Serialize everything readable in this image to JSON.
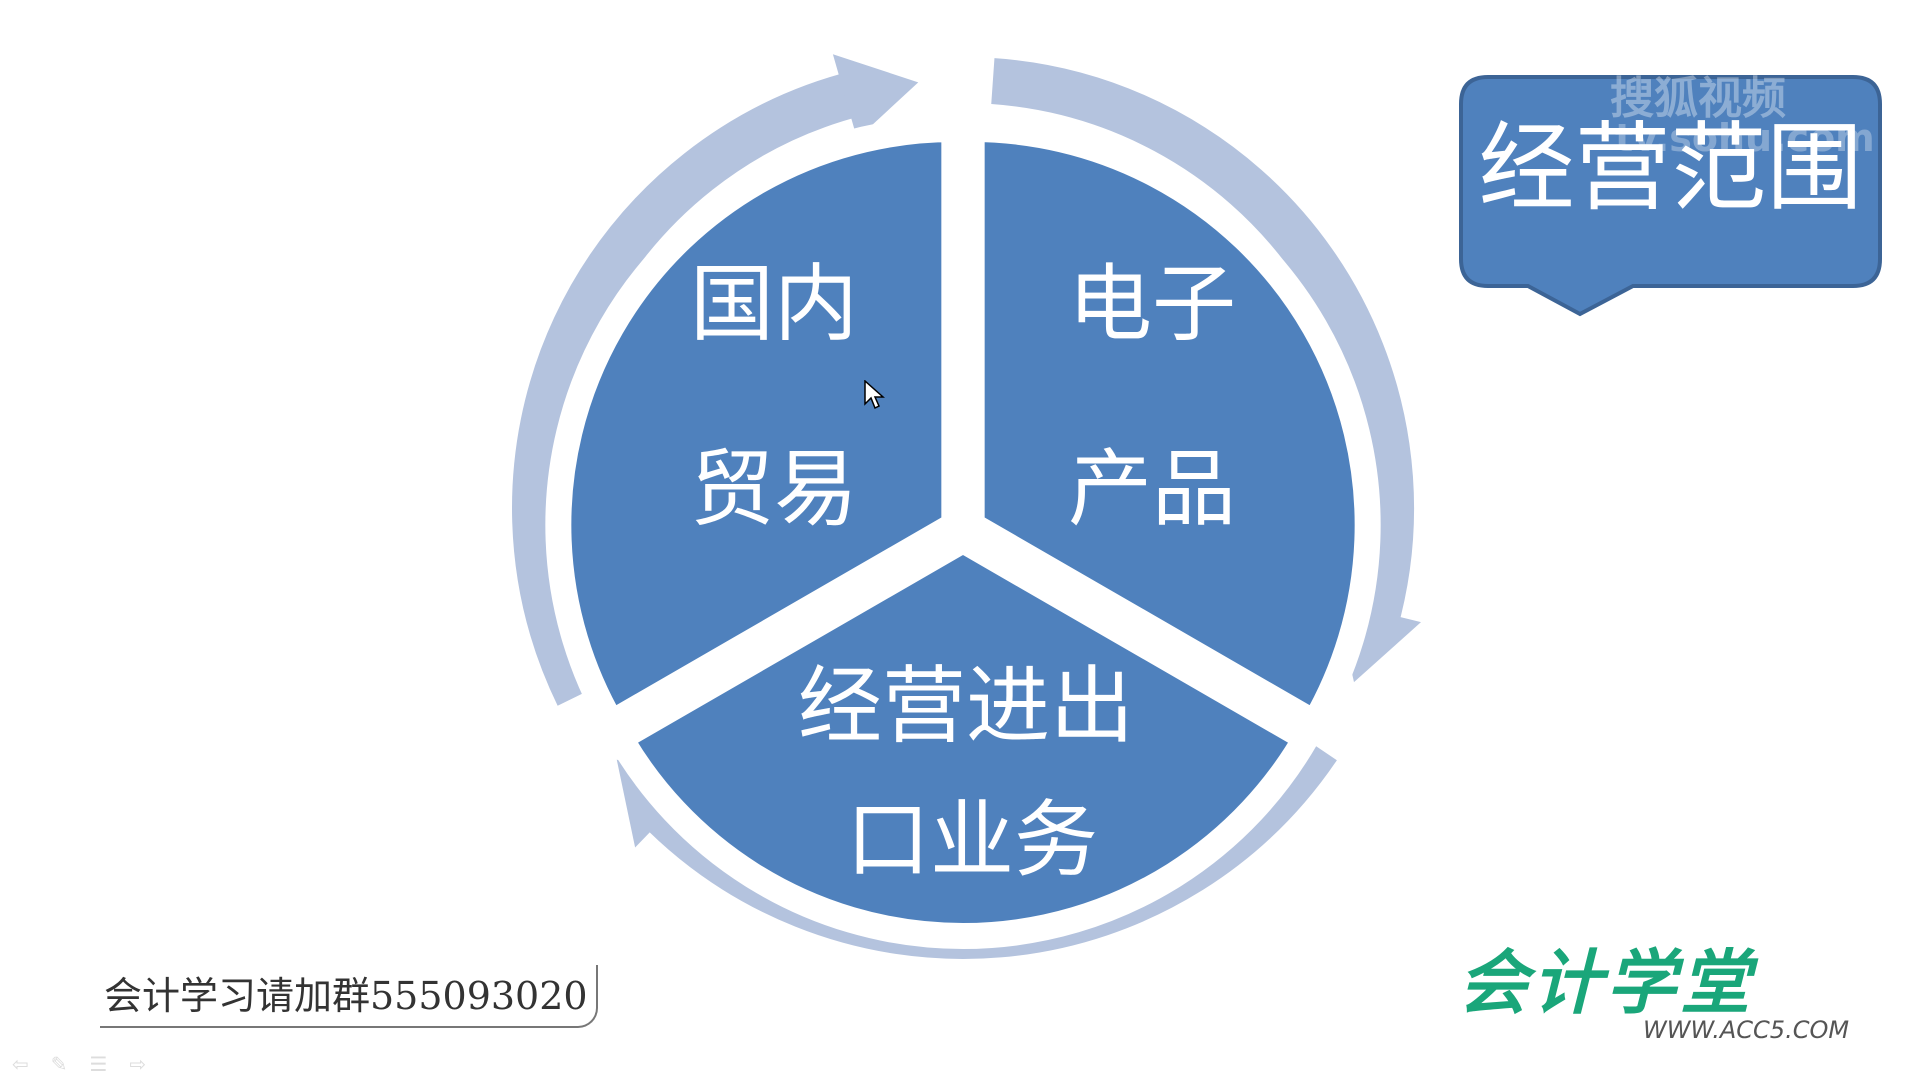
{
  "slide": {
    "segments": [
      {
        "line1": "国内",
        "line2": "贸易"
      },
      {
        "line1": "电子",
        "line2": "产品"
      },
      {
        "line1": "经营进出",
        "line2": "口业务"
      }
    ],
    "callout_title": "经营范围",
    "colors": {
      "segment": "#4f81bd",
      "ring": "#b4c3de",
      "callout_border": "#3c6496",
      "logo": "#1aa67a"
    }
  },
  "watermark": {
    "line1": "搜狐视频",
    "line2": "tv.sohu.com"
  },
  "footer": {
    "group_note": "会计学习请加群555093020",
    "logo_text": "会计学堂",
    "logo_url": "WWW.ACC5.COM"
  },
  "nav_icons": [
    "arrow-left-icon",
    "pen-icon",
    "menu-icon",
    "arrow-right-icon"
  ]
}
